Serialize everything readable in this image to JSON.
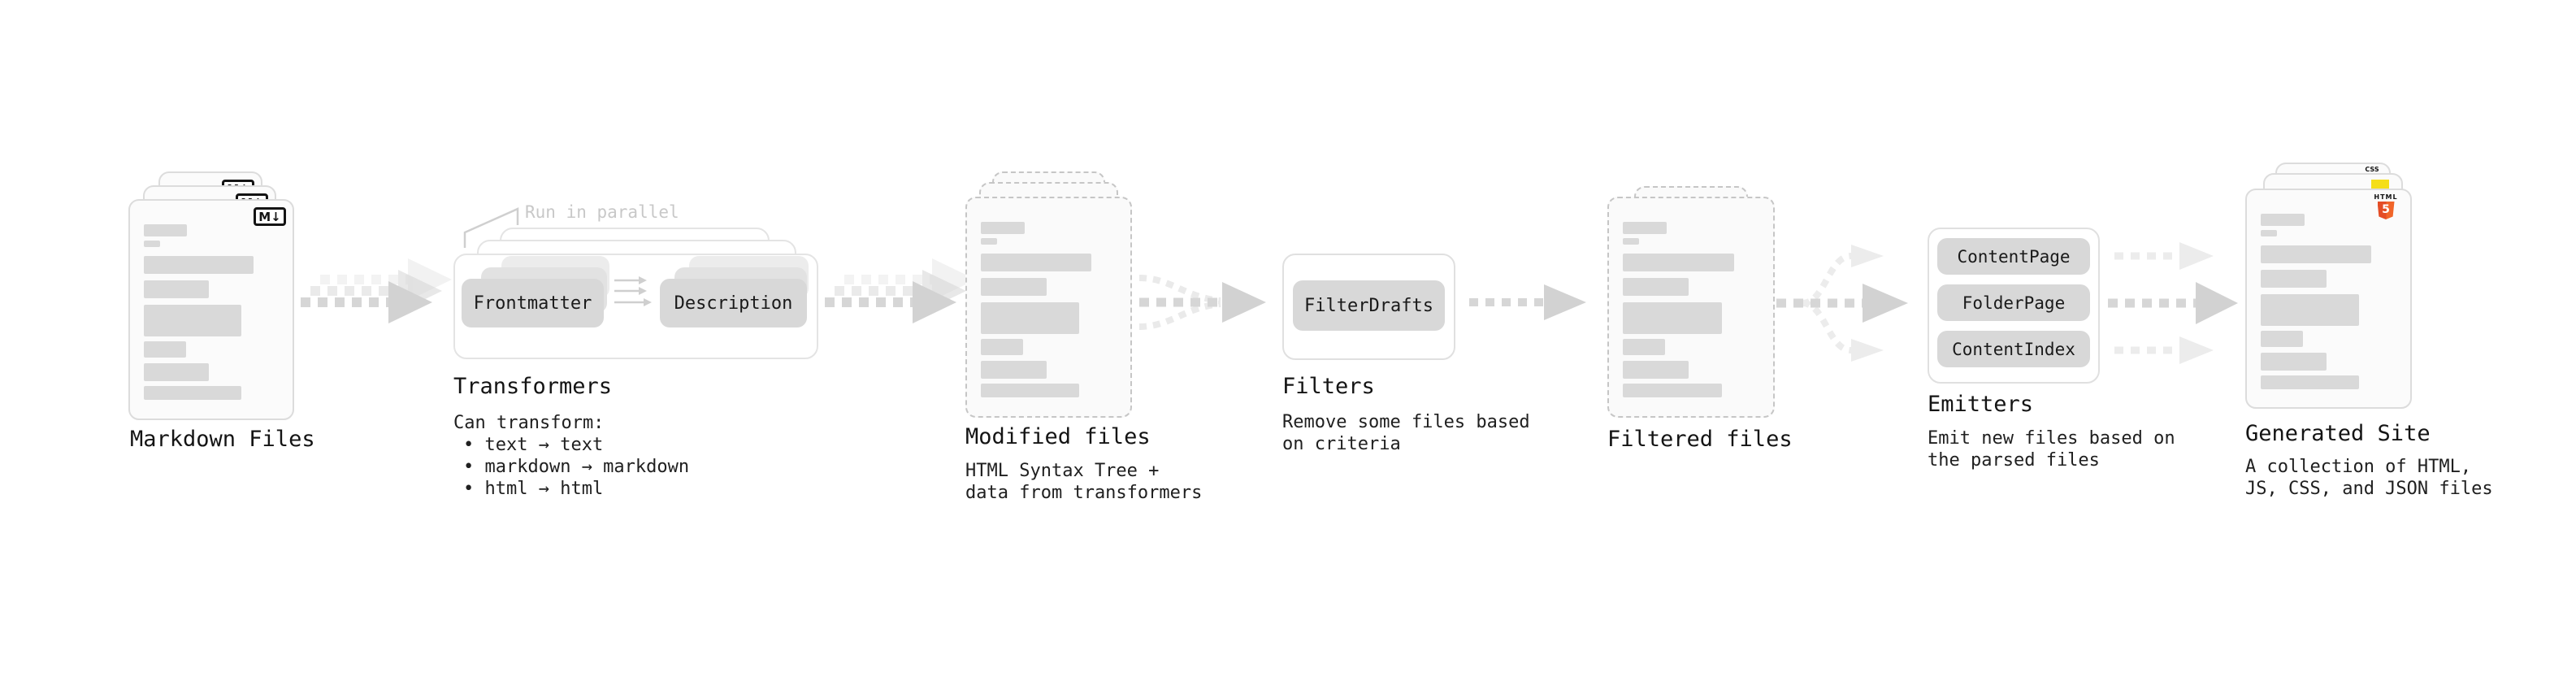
{
  "pipeline": {
    "markdown_files": {
      "label": "Markdown Files",
      "file_type_icon": "M↓"
    },
    "transformers": {
      "label": "Transformers",
      "annotation": "Run in parallel",
      "nodes": {
        "frontmatter": "Frontmatter",
        "description": "Description"
      },
      "details": [
        "Can transform:",
        "• text → text",
        "• markdown → markdown",
        "• html → html"
      ]
    },
    "modified_files": {
      "label": "Modified files",
      "details": [
        "HTML Syntax Tree +",
        "data from transformers"
      ]
    },
    "filters": {
      "label": "Filters",
      "nodes": {
        "filter_drafts": "FilterDrafts"
      },
      "details": [
        "Remove some files based",
        "on criteria"
      ]
    },
    "filtered_files": {
      "label": "Filtered files"
    },
    "emitters": {
      "label": "Emitters",
      "nodes": {
        "content_page": "ContentPage",
        "folder_page": "FolderPage",
        "content_index": "ContentIndex"
      },
      "details": [
        "Emit new files based on",
        "the parsed files"
      ]
    },
    "generated_site": {
      "label": "Generated Site",
      "details": [
        "A collection of HTML,",
        "JS, CSS, and JSON files"
      ],
      "file_type_icons": {
        "css": "CSS",
        "html": "HTML",
        "html_number": "5"
      }
    }
  },
  "colors": {
    "arrow": "#d2d2d2",
    "arrow_shaft": "#d6d6d6",
    "arrow_light": "#ececec",
    "node_fill": "#d8d8d8",
    "bar_fill": "#d9d9d9",
    "card_border": "#dcdcdc",
    "dashed_border": "#c6c6c6",
    "annotation": "#c8c8c8",
    "js_yellow": "#f5de19",
    "html5_orange": "#e44d26",
    "css_blue": "#2b6bf3"
  }
}
